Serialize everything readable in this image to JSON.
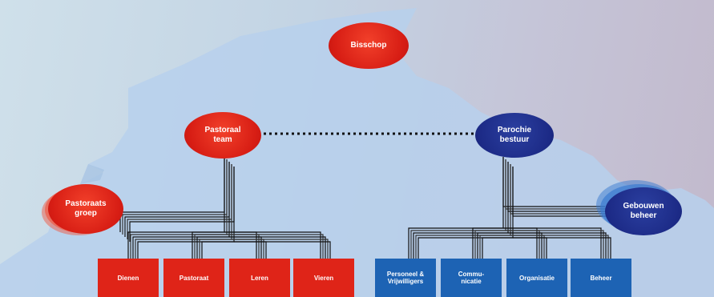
{
  "top": {
    "label": "Bisschop"
  },
  "left_branch": {
    "head": "Pastoraal\nteam",
    "side": "Pastoraats\ngroep",
    "boxes": [
      "Dienen",
      "Pastoraat",
      "Leren",
      "Vieren"
    ]
  },
  "right_branch": {
    "head": "Parochie\nbestuur",
    "side": "Gebouwen\nbeheer",
    "boxes": [
      "Personeel &\nVrijwilligers",
      "Commu-\nnicatie",
      "Organisatie",
      "Beheer"
    ]
  },
  "colors": {
    "red": "#d71d14",
    "blue": "#1c2a86",
    "box_blue": "#1d63b4"
  }
}
